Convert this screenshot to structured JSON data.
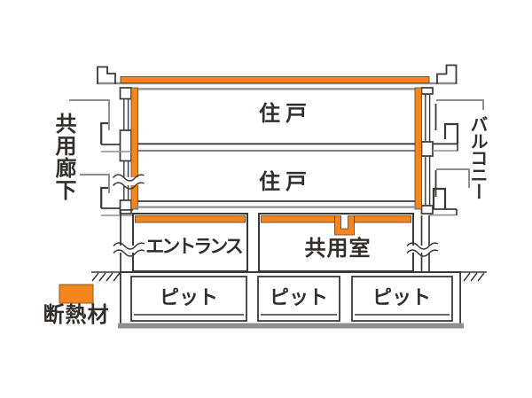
{
  "diagram": {
    "description": "建物断面図（断熱材位置図）",
    "sides": {
      "left_label": "共用廊下",
      "right_label": "バルコニー"
    },
    "floors": {
      "upper_unit": "住戸",
      "lower_unit": "住戸",
      "entrance": "エントランス",
      "common_room": "共用室",
      "pits": [
        "ピット",
        "ピット",
        "ピット"
      ]
    },
    "legend": {
      "label": "断熱材",
      "swatch_color": "#F5861D"
    },
    "colors": {
      "insulation_orange": "#F5861D",
      "line_dark": "#3C3836",
      "line_gray": "#8F8F8F",
      "background": "#FFFFFF"
    }
  }
}
